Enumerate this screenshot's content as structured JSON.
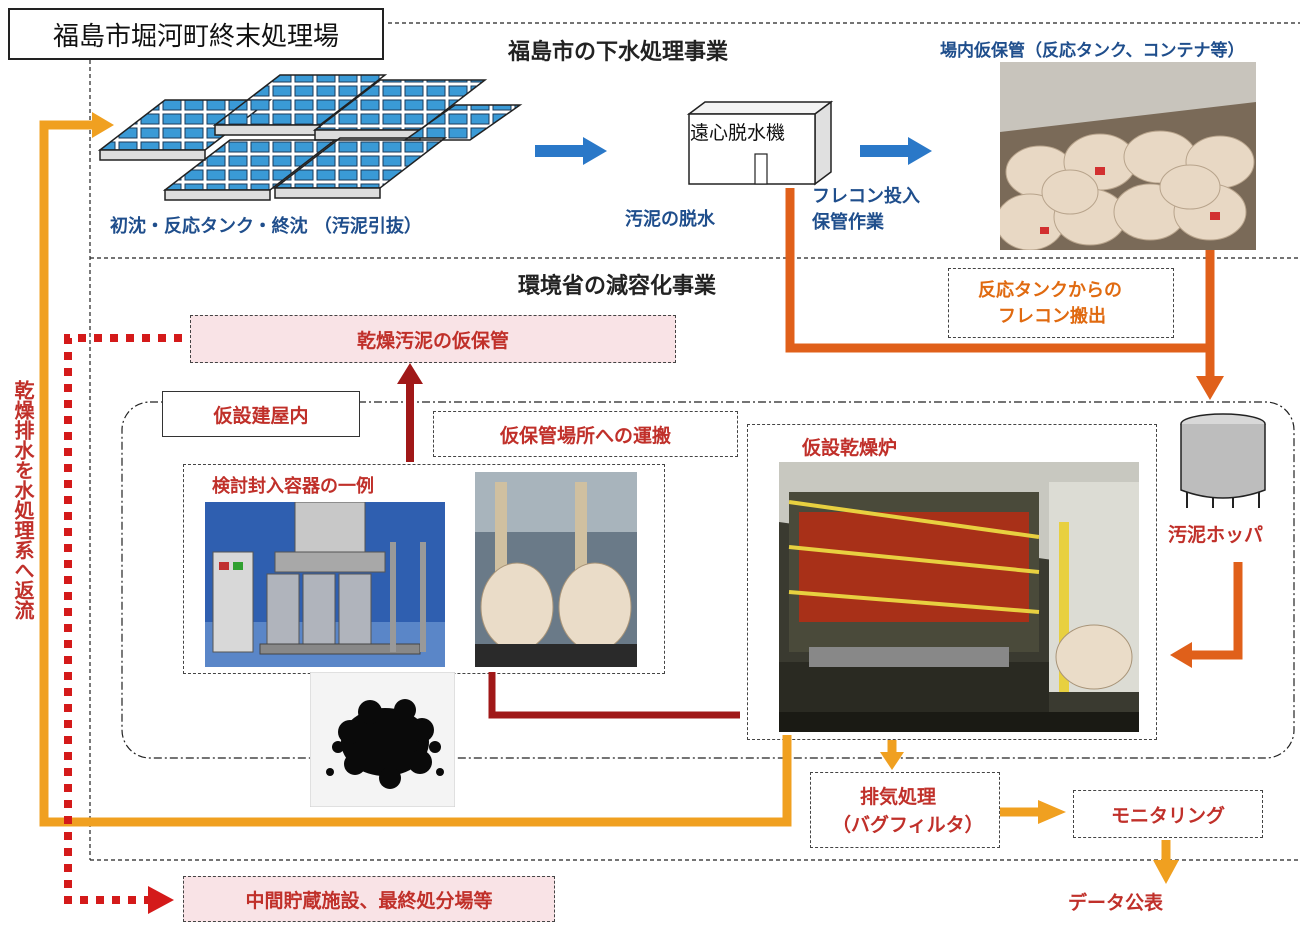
{
  "title": "福島市堀河町終末処理場",
  "sections": {
    "sewage": "福島市の下水処理事業",
    "env": "環境省の減容化事業"
  },
  "labels": {
    "tanks": "初沈・反応タンク・終沈 （汚泥引抜）",
    "centrifuge": "遠心脱水機",
    "dewater": "汚泥の脱水",
    "flecon_line1": "フレコン投入",
    "flecon_line2": "保管作業",
    "storage_title": "場内仮保管（反応タンク、コンテナ等）",
    "carry_line1": "反応タンクからの",
    "carry_line2": "フレコン搬出",
    "dry_storage": "乾燥汚泥の仮保管",
    "temp_building": "仮設建屋内",
    "transport": "仮保管場所への運搬",
    "container_example": "検討封入容器の一例",
    "dryer": "仮設乾燥炉",
    "hopper": "汚泥ホッパ",
    "exhaust_line1": "排気処理",
    "exhaust_line2": "（バグフィルタ）",
    "monitoring": "モニタリング",
    "data_release": "データ公表",
    "final_disposal": "中間貯蔵施設、最終処分場等",
    "return_water": "乾燥排水を水処理系へ返流"
  },
  "colors": {
    "blue_text": "#1f4e8c",
    "red_text": "#c0302a",
    "orange_arrow": "#f0a020",
    "dark_orange_arrow": "#e0601a",
    "dark_red_arrow": "#a01818",
    "blue_arrow": "#2a78c8",
    "tank_blue": "#3a9ad6"
  }
}
